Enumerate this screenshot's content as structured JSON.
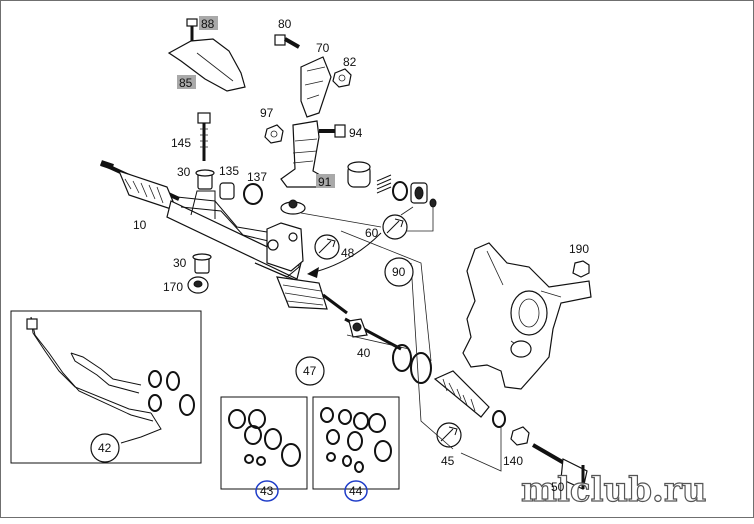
{
  "diagram": {
    "labels": {
      "l88": "88",
      "l85": "85",
      "l80": "80",
      "l70": "70",
      "l82": "82",
      "l97": "97",
      "l94": "94",
      "l91": "91",
      "l145": "145",
      "l30a": "30",
      "l135": "135",
      "l137": "137",
      "l10": "10",
      "l60": "60",
      "l48": "48",
      "l190": "190",
      "l30b": "30",
      "l90": "90",
      "l170": "170",
      "l50": "50",
      "l40": "40",
      "l47": "47",
      "l42": "42",
      "l43": "43",
      "l44": "44",
      "l45": "45",
      "l140": "140"
    },
    "highlighted_labels": [
      "88",
      "85",
      "91"
    ],
    "circled_labels": [
      "90",
      "47",
      "42"
    ],
    "blue_circled_labels": [
      "43",
      "44"
    ]
  },
  "watermark": {
    "text": "mlclub.ru"
  },
  "colors": {
    "line": "#111111",
    "label_highlight": "#a9a9a9",
    "blue_circle": "#1e3cc8",
    "background": "#ffffff"
  }
}
